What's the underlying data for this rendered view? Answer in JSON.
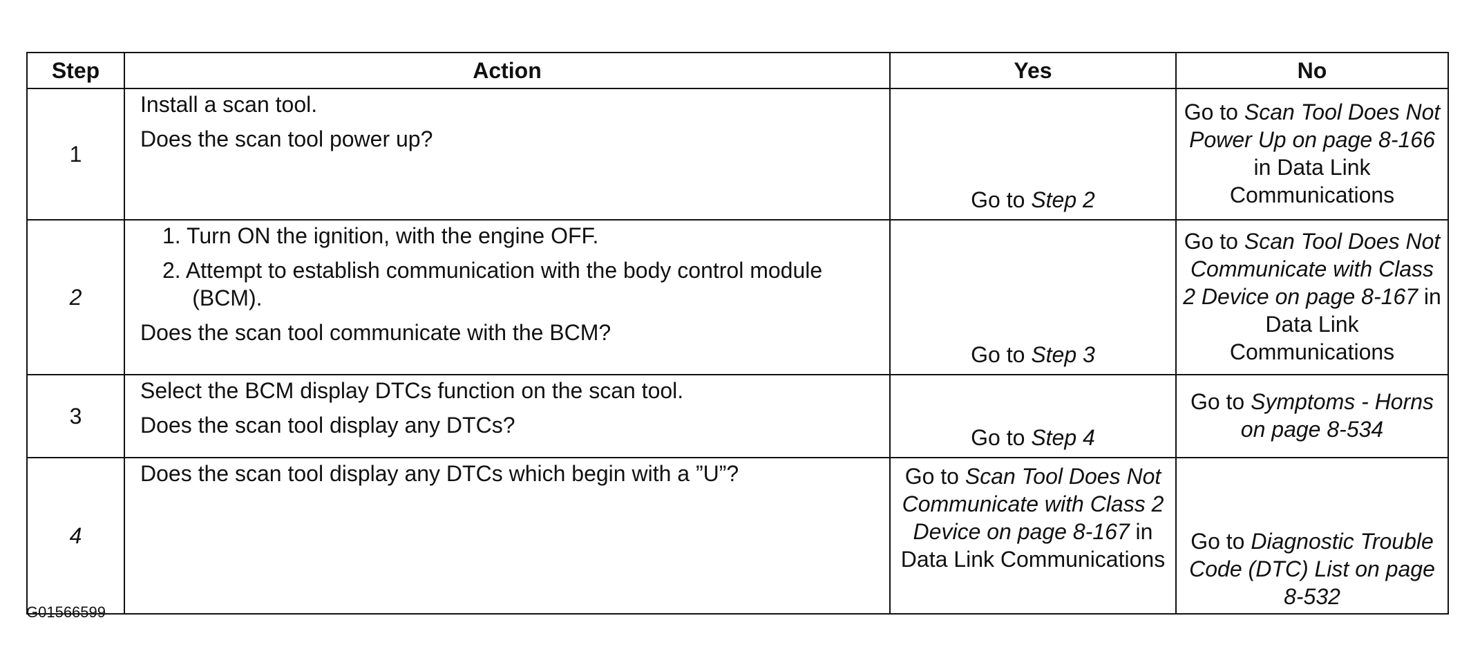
{
  "table": {
    "headers": {
      "step": "Step",
      "action": "Action",
      "yes": "Yes",
      "no": "No"
    },
    "rows": [
      {
        "step": "1",
        "action_intro": "Install a scan tool.",
        "question": "Does the scan tool power up?",
        "yes": {
          "prefix": "Go to ",
          "ref": "Step 2"
        },
        "no": {
          "prefix": "Go to ",
          "ref": "Scan Tool Does Not Power Up on page 8-166",
          "suffix": " in Data Link Communications"
        }
      },
      {
        "step": "2",
        "action_steps": [
          "1. Turn ON the ignition, with the engine OFF.",
          "2. Attempt to establish communication with the body control module (BCM)."
        ],
        "question": "Does the scan tool communicate with the BCM?",
        "yes": {
          "prefix": "Go to ",
          "ref": "Step 3"
        },
        "no": {
          "prefix": "Go to ",
          "ref": "Scan Tool Does Not Communicate with Class 2 Device on page 8-167",
          "suffix": " in Data Link Communications"
        }
      },
      {
        "step": "3",
        "action_intro": "Select the BCM display DTCs function on the scan tool.",
        "question": "Does the scan tool display any DTCs?",
        "yes": {
          "prefix": "Go to ",
          "ref": "Step 4"
        },
        "no": {
          "prefix": "Go to ",
          "ref": "Symptoms - Horns on page 8-534"
        }
      },
      {
        "step": "4",
        "question": "Does the scan tool display any DTCs which begin with a ”U”?",
        "yes": {
          "prefix": "Go to ",
          "ref": "Scan Tool Does Not Communicate with Class 2 Device on page 8-167",
          "suffix": " in Data Link Communications"
        },
        "no": {
          "prefix": "Go to ",
          "ref": "Diagnostic Trouble Code (DTC) List on page 8-532"
        }
      }
    ]
  },
  "figure_id": "G01566599"
}
